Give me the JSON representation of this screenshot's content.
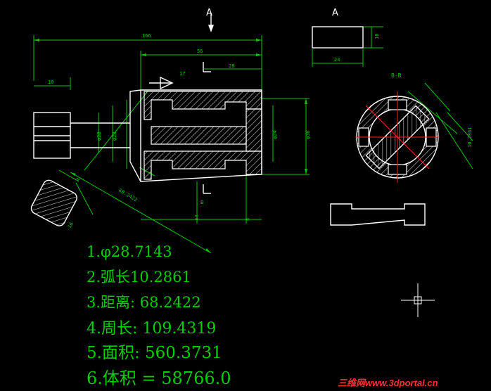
{
  "view_labels": {
    "top": "A",
    "right": "A",
    "bb": "B-B",
    "section_mark_bottom": "B"
  },
  "dimensions": {
    "overall": "166",
    "mid": "56",
    "d28_top": "28",
    "d17": "17",
    "left_10": "10",
    "phi28": "φ28",
    "phi28b": "φ28",
    "phi24": "φ24",
    "phi36": "φ36",
    "small_10": "10",
    "small_24": "24",
    "len_44": "44",
    "len_8": "8",
    "diag_68": "68.2422",
    "sq_16": "16",
    "sq_4": "4",
    "bb_10": "10.2861"
  },
  "results": [
    "1.φ28.7143",
    "2.弧长10.2861",
    "3.距离: 68.2422",
    "4.周长: 109.4319",
    "5.面积: 560.3731",
    "6.体积  =  58766.0"
  ],
  "watermark": "三维网www.3dportal.cn",
  "colors": {
    "background": "#000000",
    "outline": "#ffffff",
    "dimension": "#00c800",
    "hatch": "#ffffff",
    "cross": "#ff2020",
    "watermark": "#ff3030"
  }
}
